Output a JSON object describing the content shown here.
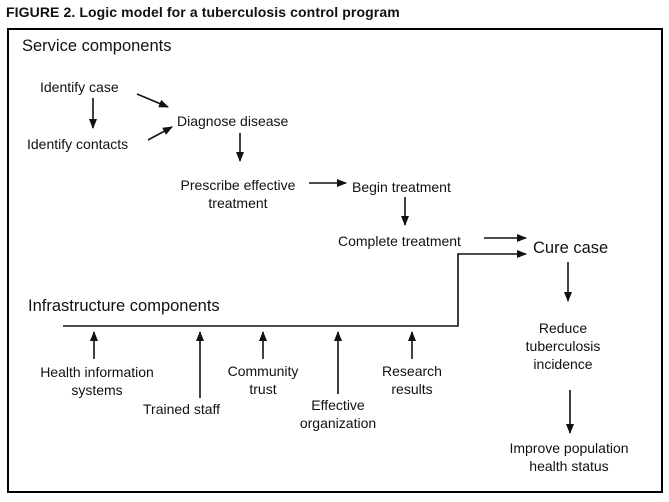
{
  "figure_title": "FIGURE 2. Logic model for a tuberculosis control program",
  "sections": {
    "service": "Service components",
    "infrastructure": "Infrastructure components"
  },
  "service_nodes": {
    "identify_case": "Identify case",
    "identify_contacts": "Identify contacts",
    "diagnose_disease": "Diagnose disease",
    "prescribe_effective_treatment": "Prescribe effective\ntreatment",
    "begin_treatment": "Begin treatment",
    "complete_treatment": "Complete treatment",
    "cure_case": "Cure case"
  },
  "outcome_nodes": {
    "reduce_tb_incidence": "Reduce\ntuberculosis\nincidence",
    "improve_population_health": "Improve population\nhealth status"
  },
  "infrastructure_nodes": {
    "health_information_systems": "Health information\nsystems",
    "trained_staff": "Trained staff",
    "community_trust": "Community\ntrust",
    "effective_organization": "Effective\norganization",
    "research_results": "Research\nresults"
  },
  "colors": {
    "text": "#111111",
    "line": "#111111",
    "border": "#000000",
    "background": "#ffffff"
  }
}
